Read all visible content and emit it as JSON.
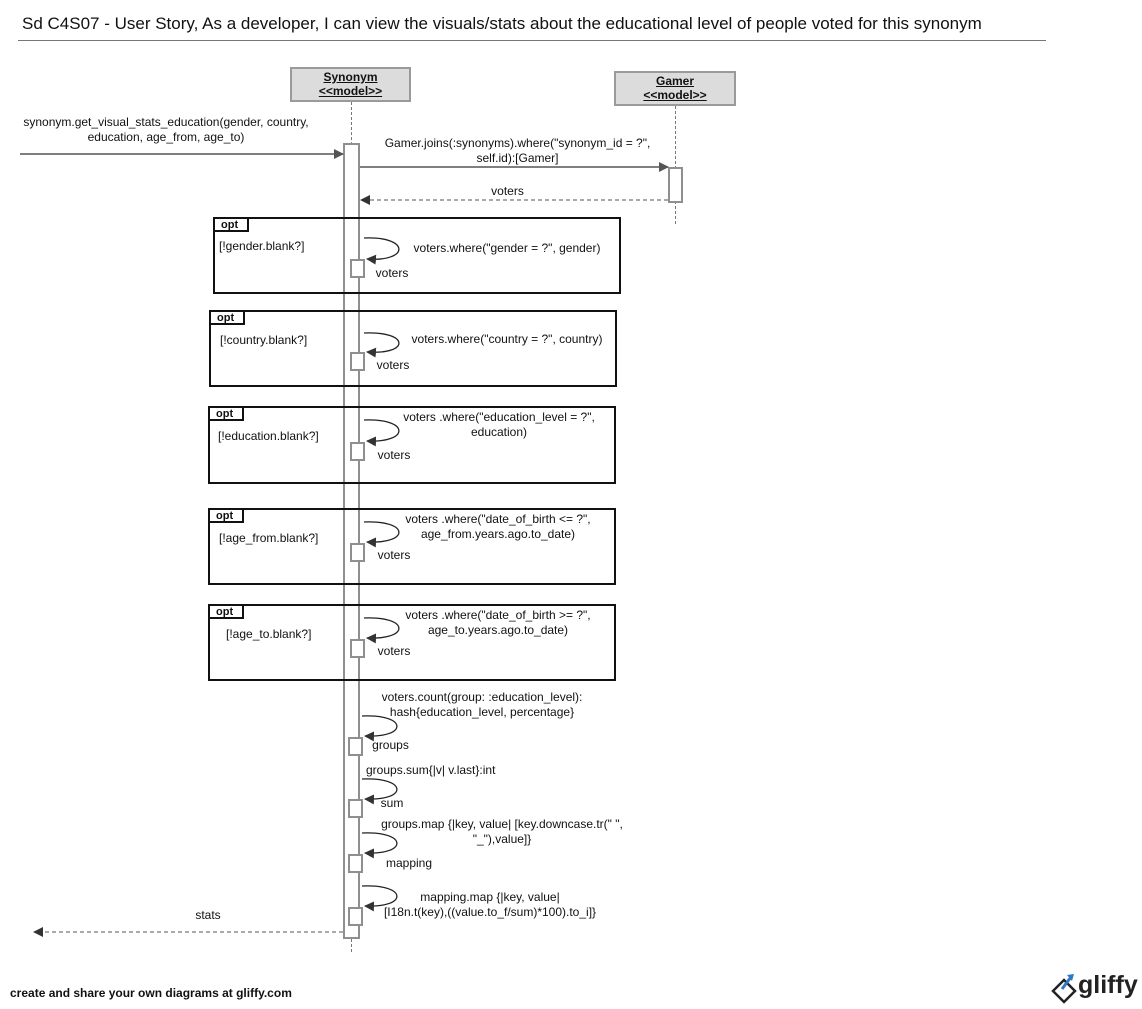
{
  "title": "Sd C4S07 - User Story, As a developer, I can view the visuals/stats about the educational level of people voted for this synonym",
  "actors": [
    {
      "name": "Synonym",
      "stereotype": "<<model>>"
    },
    {
      "name": "Gamer",
      "stereotype": "<<model>>"
    }
  ],
  "messages": {
    "entry": [
      "synonym.get_visual_stats_education(gender, country,",
      "education, age_from, age_to)"
    ],
    "gamer_call": [
      "Gamer.joins(:synonyms).where(\"synonym_id = ?\",",
      "self.id):[Gamer]"
    ],
    "gamer_return": "voters",
    "groups_call": [
      "voters.count(group: :education_level):",
      "hash{education_level, percentage}"
    ],
    "groups_result": "groups",
    "sum_call": "groups.sum{|v| v.last}:int",
    "sum_result": "sum",
    "mapping_call": [
      "groups.map {|key, value| [key.downcase.tr(\" \",",
      "\"_\"),value]}"
    ],
    "mapping_result": "mapping",
    "final_call": [
      "mapping.map {|key, value|",
      "[I18n.t(key),((value.to_f/sum)*100).to_i]}"
    ],
    "stats_return": "stats"
  },
  "fragments": [
    {
      "operator": "opt",
      "guard": "[!gender.blank?]",
      "call": [
        "voters.where(\"gender = ?\", gender)"
      ],
      "result": "voters"
    },
    {
      "operator": "opt",
      "guard": "[!country.blank?]",
      "call": [
        "voters.where(\"country = ?\", country)"
      ],
      "result": "voters"
    },
    {
      "operator": "opt",
      "guard": "[!education.blank?]",
      "call": [
        "voters .where(\"education_level = ?\",",
        "education)"
      ],
      "result": "voters"
    },
    {
      "operator": "opt",
      "guard": "[!age_from.blank?]",
      "call": [
        "voters .where(\"date_of_birth <= ?\",",
        "age_from.years.ago.to_date)"
      ],
      "result": "voters"
    },
    {
      "operator": "opt",
      "guard": "[!age_to.blank?]",
      "call": [
        "voters .where(\"date_of_birth >= ?\",",
        "age_to.years.ago.to_date)"
      ],
      "result": "voters"
    }
  ],
  "footer": "create and share your own diagrams at gliffy.com",
  "logo": "gliffy",
  "icons": [
    "gliffy-logo-icon"
  ]
}
